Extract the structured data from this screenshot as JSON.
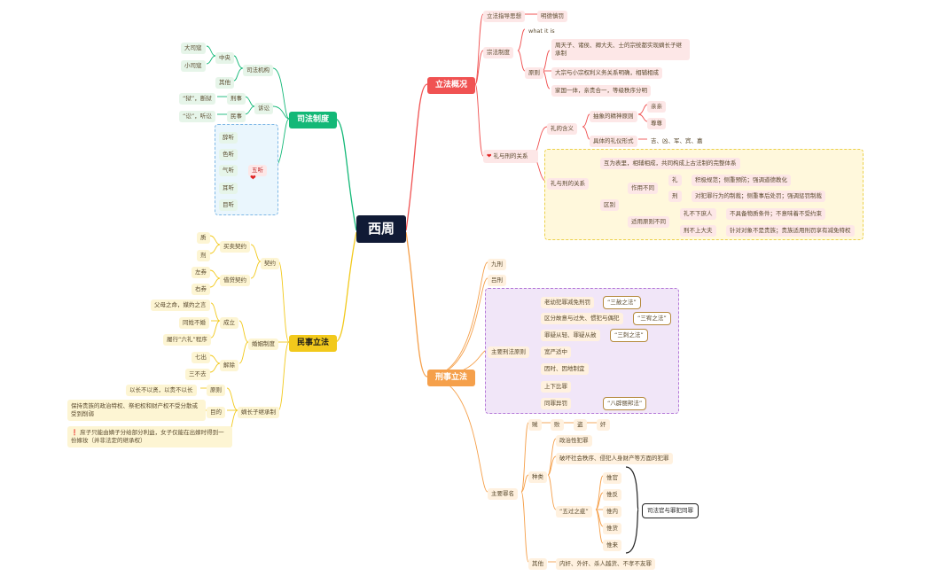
{
  "root": "西周",
  "branches": {
    "lifa": {
      "title": "立法概况",
      "guiding": {
        "label": "立法指导思想",
        "value": "明德慎罚"
      },
      "zongfa": {
        "label": "宗法制度",
        "what": "what it is",
        "principle": "原则",
        "items": [
          "周天子、诸侯、卿大夫、士的宗统都实现嫡长子继承制",
          "大宗与小宗权利义务关系明确，相辅相成",
          "家国一体，亲贵合一，等级秩序分明"
        ]
      },
      "lixing": {
        "label": "礼与刑的关系",
        "meaning": {
          "label": "礼的含义",
          "abstract": "抽象的精神原则",
          "qinqin": "亲亲",
          "zunzun": "尊尊",
          "concrete": "具体的礼仪形式",
          "five": "吉、凶、军、宾、嘉"
        },
        "relation": {
          "label": "礼与刑的关系",
          "summary": "互为表里，相辅相成，共同构成上古法制的完整体系",
          "diff": "区别",
          "func": "作用不同",
          "li": "礼",
          "li_text": "积极规范；侧重预防；强调道德教化",
          "xing": "刑",
          "xing_text": "对犯罪行为的制裁；侧重事后处罚；强调惩罚制裁",
          "scope": "适用原则不同",
          "rule1": "礼不下庶人",
          "rule1_text": "不具备物质条件；不意味着不受约束",
          "rule2": "刑不上大夫",
          "rule2_text": "针对对象不是贵族；贵族适用刑罚享有减免特权"
        }
      }
    },
    "xingshi": {
      "title": "刑事立法",
      "jiuxing": "九刑",
      "lvxing": "吕刑",
      "principles": {
        "label": "主要刑法原则",
        "items": [
          {
            "text": "老幼犯罪减免刑罚",
            "tag": "“三赦之法”"
          },
          {
            "text": "区分故意与过失、惯犯与偶犯",
            "tag": "“三宥之法”"
          },
          {
            "text": "罪疑从轻、罪疑从赦",
            "tag": "“三刺之法”"
          },
          {
            "text": "宽严适中",
            "tag": ""
          },
          {
            "text": "因时、因地制宜",
            "tag": ""
          },
          {
            "text": "上下比罪",
            "tag": ""
          },
          {
            "text": "同罪异罚",
            "tag": "“八辟丽邦法”"
          }
        ]
      },
      "crimes": {
        "label": "主要罪名",
        "zei": "贼",
        "zei_chain": [
          "败",
          "盗",
          "奸"
        ],
        "kinds": "种类",
        "k1": "政治性犯罪",
        "k2": "破坏社会秩序、侵犯人身财产等方面的犯罪",
        "wuguo": "“五过之疵”",
        "wuguo_items": [
          "惟官",
          "惟反",
          "惟内",
          "惟货",
          "惟来"
        ],
        "wuguo_note": "司法官与罪犯同罪",
        "other": "其他",
        "other_text": "内奸、外奸、杀人越货、不孝不友罪"
      }
    },
    "sifa": {
      "title": "司法制度",
      "jigou": "司法机构",
      "zhongyang": "中央",
      "dasikou": "大司寇",
      "xiaosikou": "小司寇",
      "qita": "其他",
      "susong": "诉讼",
      "xingshi": "刑事",
      "yu": "“狱”，断狱",
      "minshi": "民事",
      "song": "“讼”，听讼",
      "wuting": "五听",
      "wuting_items": [
        "辞听",
        "色听",
        "气听",
        "耳听",
        "目听"
      ]
    },
    "minshi": {
      "title": "民事立法",
      "qiyue": "契约",
      "maimai": "买卖契约",
      "zhi": "质",
      "ji": "剂",
      "jiedai": "借贷契约",
      "zuoquan": "左券",
      "youquan": "右券",
      "hunyin": "婚姻制度",
      "chengli": "成立",
      "fumu": "父母之命，媒妁之言",
      "tongxing": "同姓不婚",
      "liuli": "履行“六礼”程序",
      "jiechu": "解除",
      "qichu": "七出",
      "sanbuqu": "三不去",
      "dizhang": "嫡长子继承制",
      "yuanze": "原则",
      "yuanze_text": "以长不以贤，以贵不以长",
      "mudi": "目的",
      "mudi_text": "保持贵族的政治特权、祭祀权和财产权不受分散或受到削弱",
      "note": "庶子只能由嫡子分给部分利益，女子仅能在出嫁时得到一份嫁妆（并非法定的继承权）"
    }
  },
  "colors": {
    "red": "#f05252",
    "orange": "#f5a04b",
    "green": "#13b877",
    "yellow": "#f2c91c",
    "root": "#101a35"
  }
}
